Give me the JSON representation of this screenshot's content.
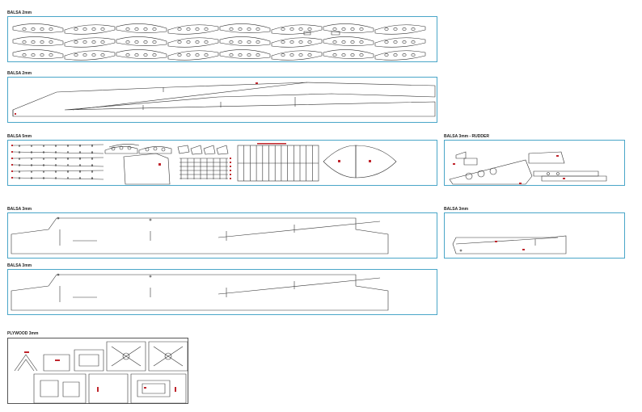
{
  "sheets": [
    {
      "label": "BALSA 2mm"
    },
    {
      "label": "BALSA 2mm"
    },
    {
      "label": "BALSA 5mm"
    },
    {
      "label": "BALSA 3mm - RUDDER"
    },
    {
      "label": "BALSA 3mm"
    },
    {
      "label": "BALSA 3mm"
    },
    {
      "label": "BALSA 3mm"
    },
    {
      "label": "PLYWOOD 3mm"
    }
  ],
  "colors": {
    "sheet_border": "#4aa6c8",
    "part_line": "#333333",
    "marker": "#c0262d"
  }
}
